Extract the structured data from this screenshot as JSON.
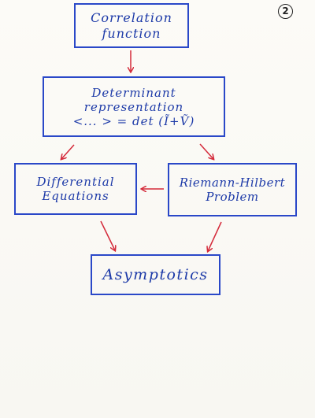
{
  "page_number": "2",
  "colors": {
    "box_border": "#2a48c8",
    "text": "#1d3aa8",
    "arrow": "#d42a3a"
  },
  "nodes": {
    "correlation": {
      "line1": "Correlation",
      "line2": "function"
    },
    "determinant": {
      "line1": "Determinant",
      "line2": "representation",
      "line3": "<... > = det (Ĩ+Ṽ)"
    },
    "differential": {
      "line1": "Differential",
      "line2": "Equations"
    },
    "riemann": {
      "line1": "Riemann-Hilbert",
      "line2": "Problem"
    },
    "asymptotics": {
      "line1": "Asymptotics"
    }
  },
  "edges": [
    {
      "from": "correlation",
      "to": "determinant"
    },
    {
      "from": "determinant",
      "to": "differential"
    },
    {
      "from": "determinant",
      "to": "riemann"
    },
    {
      "from": "riemann",
      "to": "differential"
    },
    {
      "from": "differential",
      "to": "asymptotics"
    },
    {
      "from": "riemann",
      "to": "asymptotics"
    }
  ]
}
